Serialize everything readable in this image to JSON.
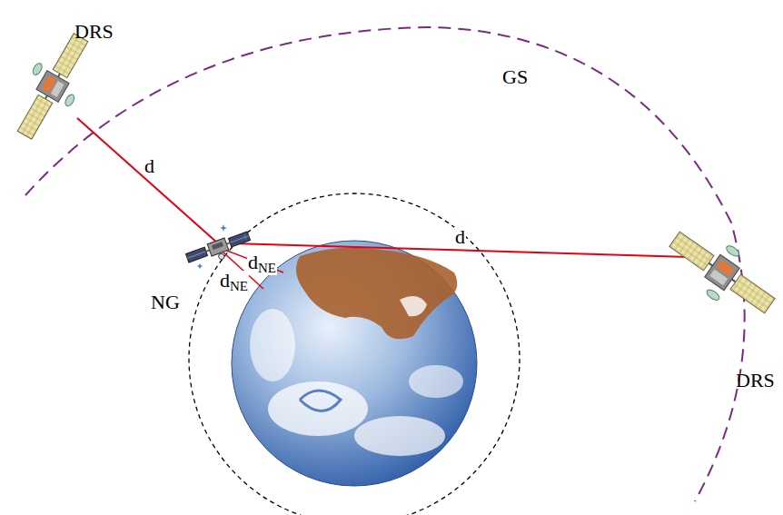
{
  "diagram": {
    "labels": [
      "DRS",
      "GS",
      "d",
      "d",
      "dNE",
      "dNE",
      "NG",
      "DRS"
    ]
  }
}
